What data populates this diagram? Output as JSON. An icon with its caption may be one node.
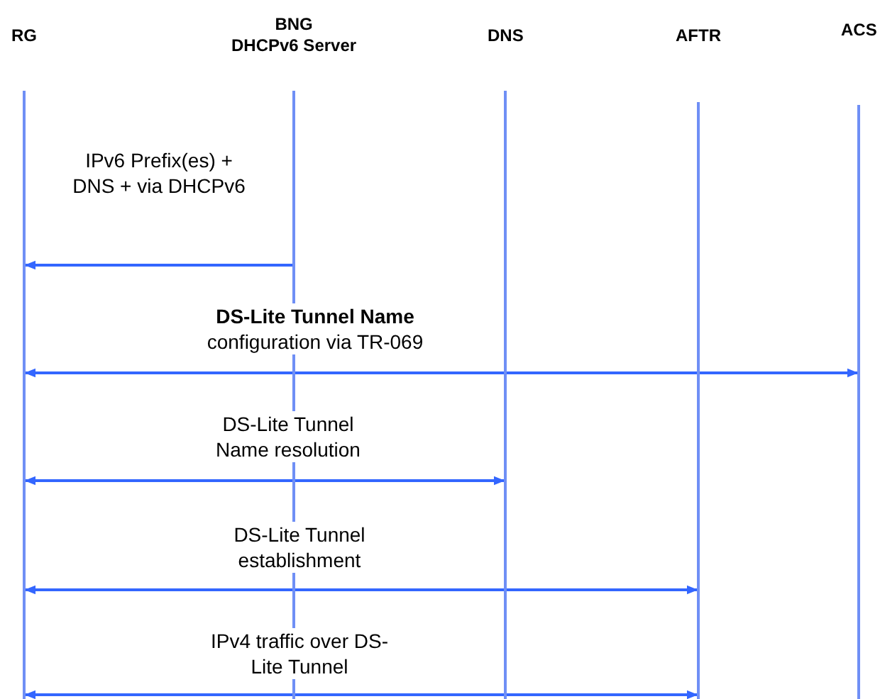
{
  "diagram": {
    "nodes": [
      {
        "text": [
          "RG"
        ]
      },
      {
        "text": [
          "BNG",
          "DHCPv6 Server"
        ]
      },
      {
        "text": [
          "DNS"
        ]
      },
      {
        "text": [
          "AFTR"
        ]
      },
      {
        "text": [
          "ACS"
        ]
      }
    ],
    "edges": [
      {
        "from": 1,
        "to": 0,
        "arrow": "to",
        "label": "IPv6 Prefix(es) + DNS + via DHCPv6"
      },
      {
        "from": 0,
        "to": 4,
        "arrow": "both",
        "label": "**DS-Lite Tunnel Name** configuration via TR-069"
      },
      {
        "from": 0,
        "to": 2,
        "arrow": "both",
        "label": "DS-Lite Tunnel Name resolution"
      },
      {
        "from": 0,
        "to": 3,
        "arrow": "both",
        "label": "DS-Lite Tunnel establishment"
      },
      {
        "from": 0,
        "to": 3,
        "arrow": "both",
        "label": "IPv4 traffic over DS-Lite Tunnel"
      }
    ]
  }
}
